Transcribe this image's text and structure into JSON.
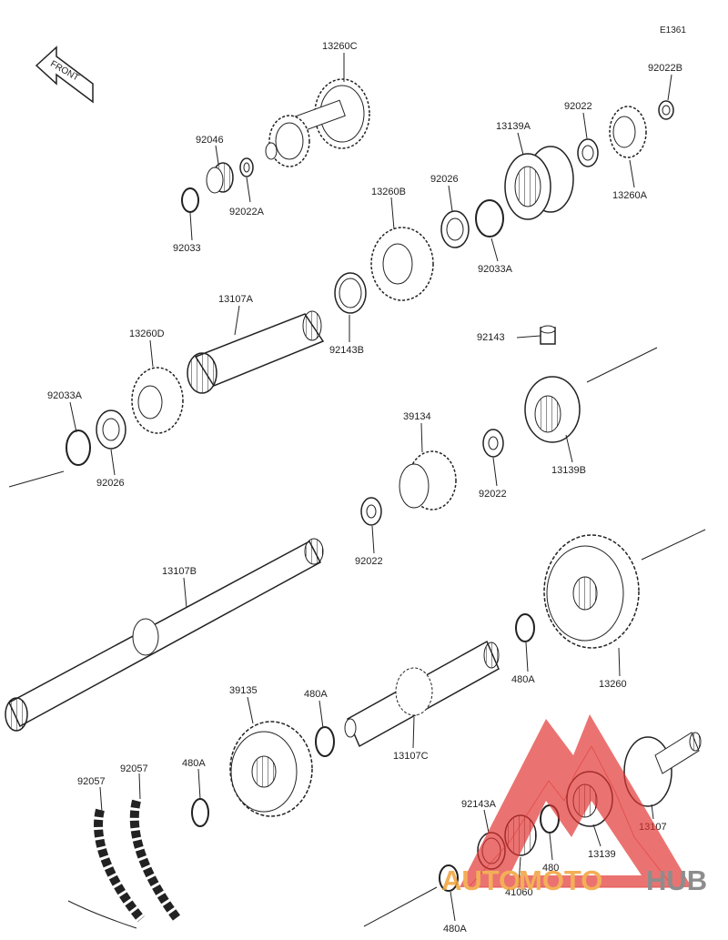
{
  "diagram_code": "E1361",
  "front_label": "FRONT",
  "colors": {
    "ink": "#222222",
    "watermark_red": "#e0322e",
    "watermark_orange": "#f2a23a",
    "watermark_gray": "#7a7a7a"
  },
  "watermark": {
    "part1": "AUTO",
    "part2": "MOTO",
    "part3": "HUB"
  },
  "parts": {
    "p13260C": "13260C",
    "p92022B": "92022B",
    "p92022_top": "92022",
    "p92046": "92046",
    "p13139A": "13139A",
    "p92026_top": "92026",
    "p13260A": "13260A",
    "p92022A": "92022A",
    "p92033": "92033",
    "p13260B": "13260B",
    "p92033A_top": "92033A",
    "p13107A": "13107A",
    "p92143B": "92143B",
    "p13260D": "13260D",
    "p92143": "92143",
    "p92033A_left": "92033A",
    "p92026_left": "92026",
    "p39134": "39134",
    "p13139B": "13139B",
    "p92022_mid": "92022",
    "p92022_low": "92022",
    "p13107B": "13107B",
    "p480A_right": "480A",
    "p13260": "13260",
    "p39135": "39135",
    "p480A_mid": "480A",
    "p13107C": "13107C",
    "p92057_a": "92057",
    "p92057_b": "92057",
    "p480A_left": "480A",
    "p92143A": "92143A",
    "p13107": "13107",
    "p480": "480",
    "p13139": "13139",
    "p41060": "41060",
    "p480A_bottom": "480A"
  }
}
